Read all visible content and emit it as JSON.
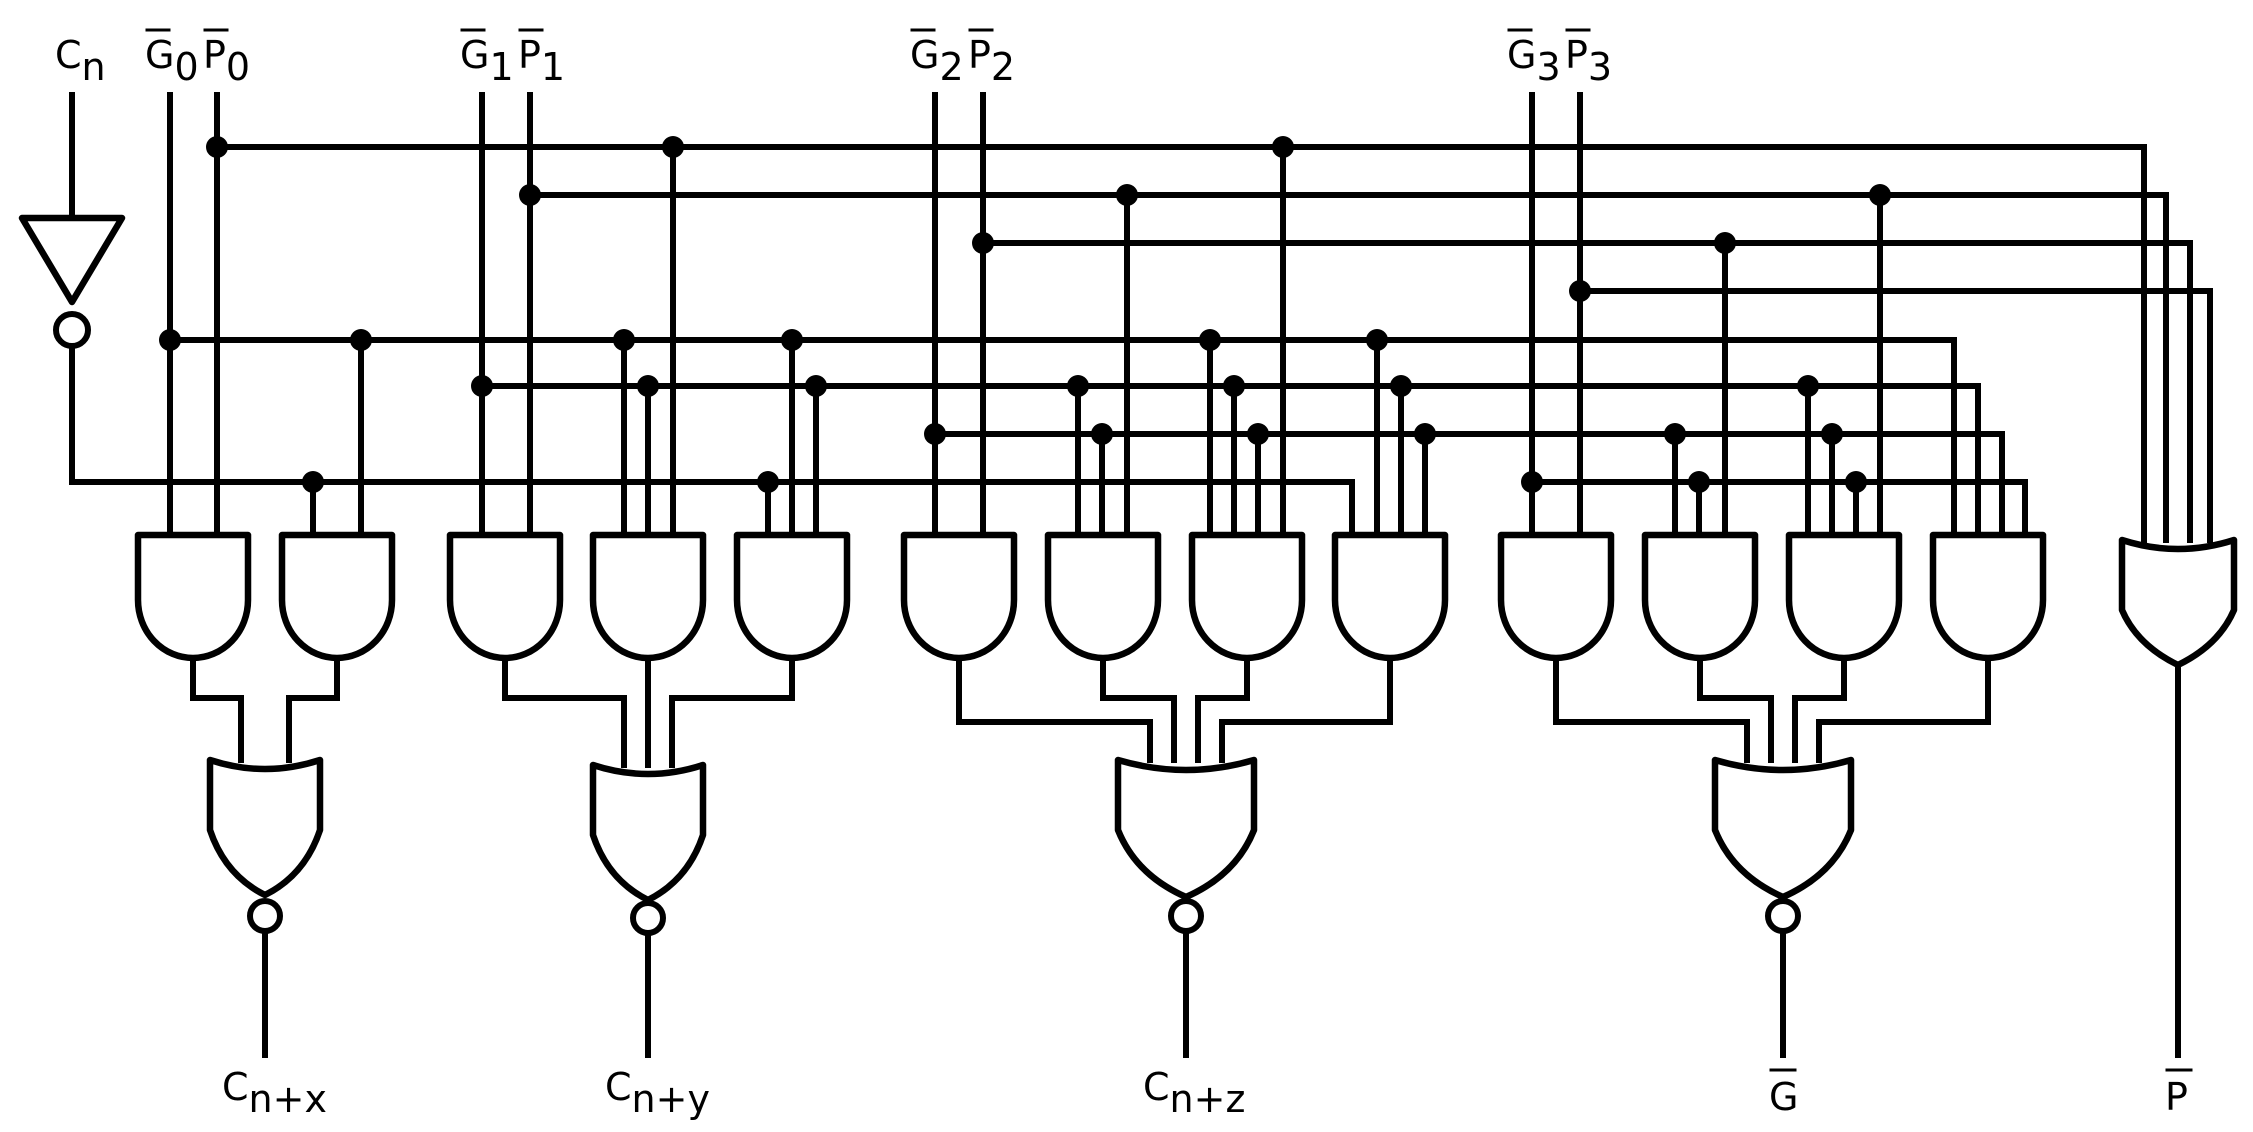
{
  "inputs": {
    "cn": {
      "base": "C",
      "sub": "n",
      "bar": false
    },
    "g0": {
      "base": "G",
      "sub": "0",
      "bar": true
    },
    "p0": {
      "base": "P",
      "sub": "0",
      "bar": true
    },
    "g1": {
      "base": "G",
      "sub": "1",
      "bar": true
    },
    "p1": {
      "base": "P",
      "sub": "1",
      "bar": true
    },
    "g2": {
      "base": "G",
      "sub": "2",
      "bar": true
    },
    "p2": {
      "base": "P",
      "sub": "2",
      "bar": true
    },
    "g3": {
      "base": "G",
      "sub": "3",
      "bar": true
    },
    "p3": {
      "base": "P",
      "sub": "3",
      "bar": true
    }
  },
  "outputs": {
    "cnx": {
      "base": "C",
      "sub": "n+x",
      "bar": false
    },
    "cny": {
      "base": "C",
      "sub": "n+y",
      "bar": false
    },
    "cnz": {
      "base": "C",
      "sub": "n+z",
      "bar": false
    },
    "g": {
      "base": "G",
      "sub": "",
      "bar": true
    },
    "p": {
      "base": "P",
      "sub": "",
      "bar": true
    }
  }
}
